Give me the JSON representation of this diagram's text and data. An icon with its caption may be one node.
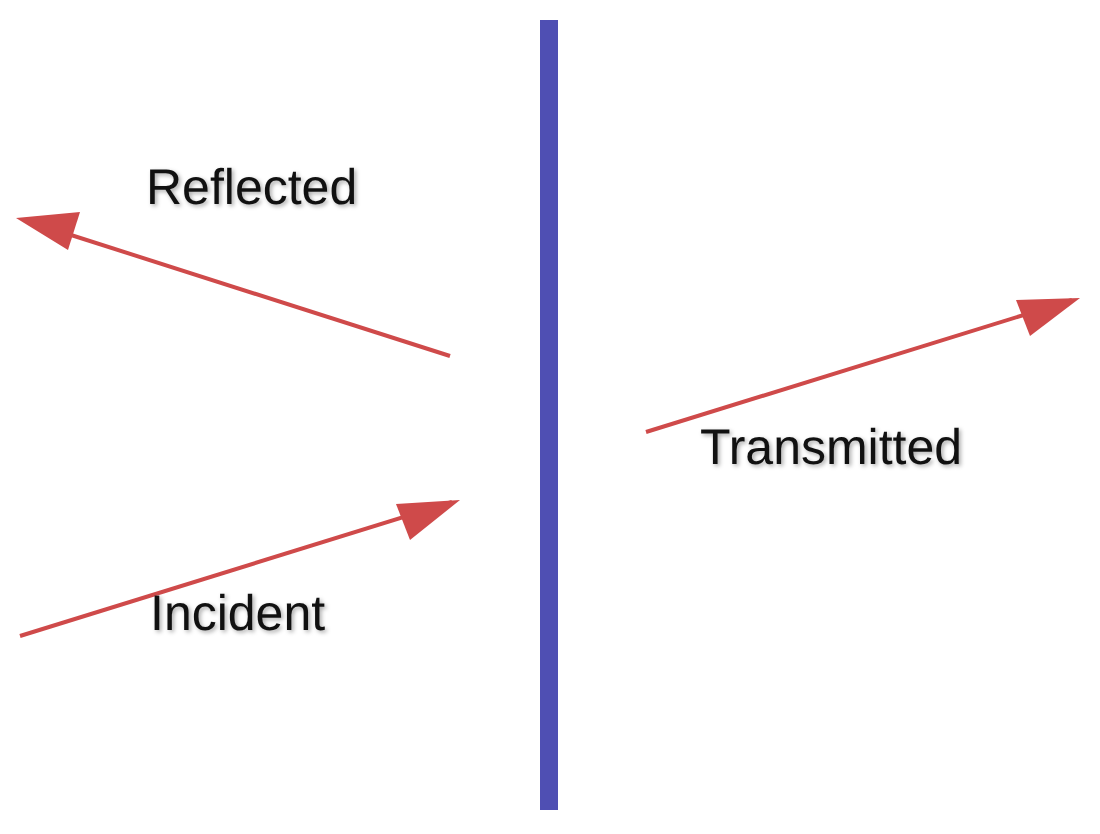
{
  "diagram": {
    "labels": [
      "Reflected",
      "Transmitted",
      "Incident"
    ]
  }
}
